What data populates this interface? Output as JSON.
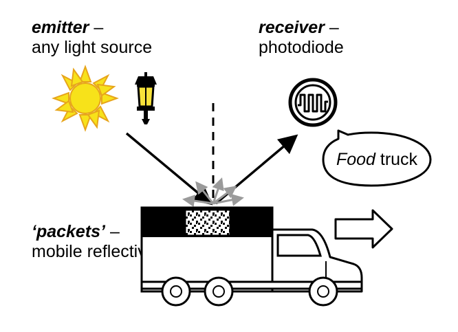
{
  "emitter": {
    "term": "emitter",
    "dash": " –",
    "desc": "any light source"
  },
  "receiver": {
    "term": "receiver",
    "dash": " –",
    "desc": "photodiode"
  },
  "packets": {
    "term": "‘packets’",
    "dash": " –",
    "desc": "mobile reflective surfaces"
  },
  "speech_bubble": {
    "italic": "Food",
    "plain": " truck"
  },
  "colors": {
    "sun_fill": "#f7e21a",
    "sun_stroke": "#e7a51b",
    "lamp_glass": "#f7e23a",
    "ray_gray": "#9a9a9a",
    "ink": "#000000"
  }
}
